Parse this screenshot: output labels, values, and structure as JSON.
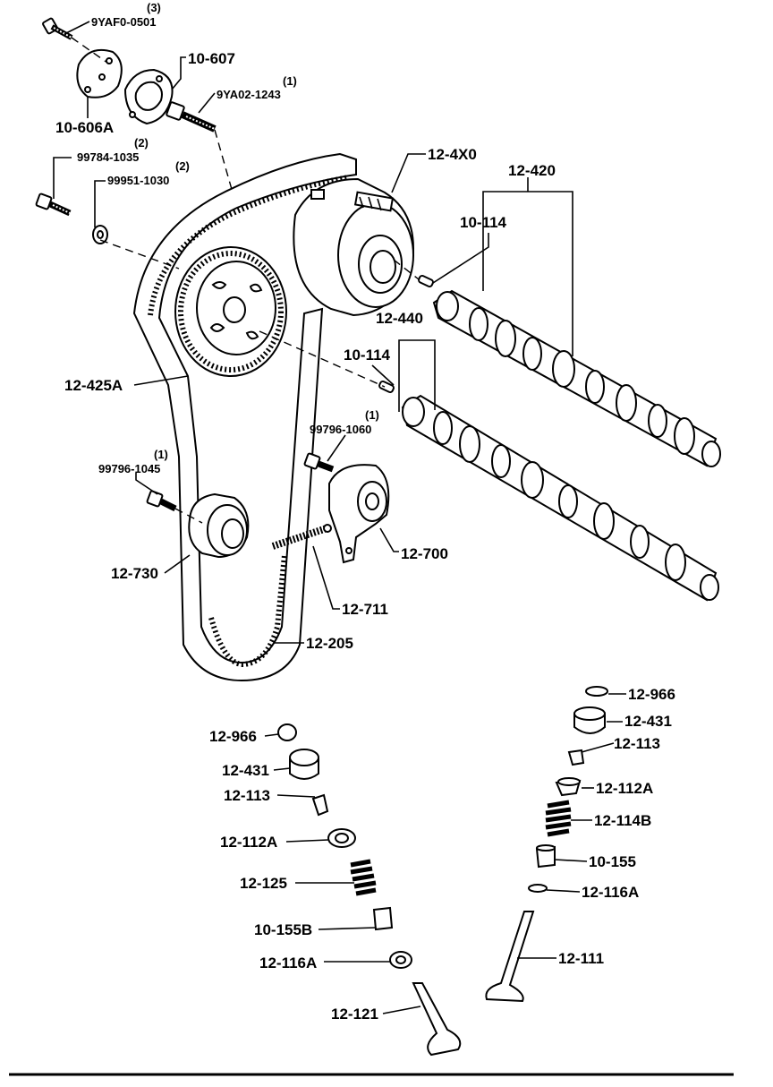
{
  "labels": {
    "p_9yaf0_0501_qty": "(3)",
    "p_9yaf0_0501": "9YAF0-0501",
    "p_10_607": "10-607",
    "p_9ya02_1243_qty": "(1)",
    "p_9ya02_1243": "9YA02-1243",
    "p_10_606a": "10-606A",
    "p_99784_1035_qty": "(2)",
    "p_99784_1035": "99784-1035",
    "p_99951_1030_qty": "(2)",
    "p_99951_1030": "99951-1030",
    "p_12_4x0": "12-4X0",
    "p_12_420": "12-420",
    "p_10_114_a": "10-114",
    "p_12_440": "12-440",
    "p_10_114_b": "10-114",
    "p_12_425a": "12-425A",
    "p_99796_1060_qty": "(1)",
    "p_99796_1060": "99796-1060",
    "p_99796_1045_qty": "(1)",
    "p_99796_1045": "99796-1045",
    "p_12_730": "12-730",
    "p_12_700": "12-700",
    "p_12_711": "12-711",
    "p_12_205": "12-205",
    "r_12_966": "12-966",
    "r_12_431": "12-431",
    "r_12_113": "12-113",
    "r_12_112a": "12-112A",
    "r_12_114b": "12-114B",
    "r_10_155": "10-155",
    "r_12_116a": "12-116A",
    "r_12_111": "12-111",
    "l_12_966": "12-966",
    "l_12_431": "12-431",
    "l_12_113": "12-113",
    "l_12_112a": "12-112A",
    "l_12_125": "12-125",
    "l_10_155b": "10-155B",
    "l_12_116a": "12-116A",
    "l_12_121": "12-121"
  }
}
